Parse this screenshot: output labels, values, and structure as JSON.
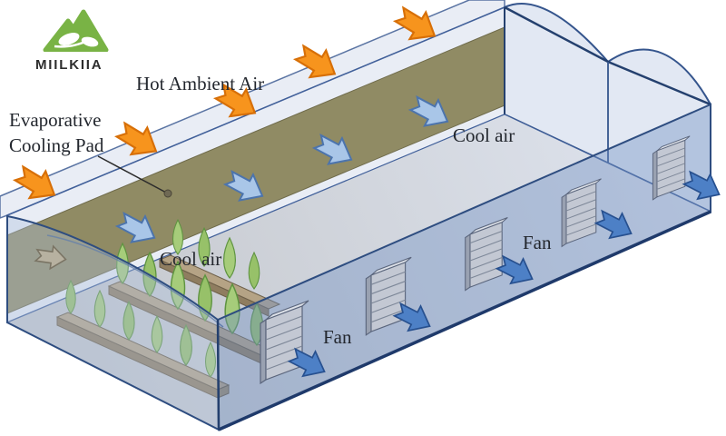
{
  "logo": {
    "text": "MIILKIIA",
    "brand_green": "#79b345"
  },
  "labels": {
    "hot_ambient_air": "Hot Ambient Air",
    "evaporative_line1": "Evaporative",
    "evaporative_line2": "Cooling Pad",
    "cool_air": "Cool air",
    "fan": "Fan"
  },
  "diagram": {
    "subject": "greenhouse evaporative cooling pad and exhaust fan airflow",
    "fan_count": 5,
    "hot_air_arrows": 5,
    "cool_air_arrows": 4,
    "exhaust_arrows": 5,
    "plant_rows": 3,
    "colors": {
      "cooling_pad": "#908b64",
      "hot_air_arrow": "#f7941d",
      "cool_air_arrow": "#a9c6e8",
      "exhaust_arrow": "#4d80c6",
      "structure_line": "#2e4d80",
      "glazing": "#e9edf5",
      "floor": "#c9ccd2",
      "plant_green": "#a6cc7a",
      "bench_brown": "#b5a385"
    }
  }
}
